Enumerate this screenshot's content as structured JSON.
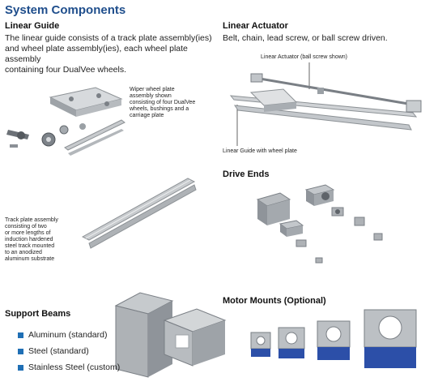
{
  "title": "System Components",
  "linear_guide": {
    "heading": "Linear Guide",
    "text_lines": [
      "The linear guide consists of a track plate assembly(ies)",
      "and wheel plate assembly(ies), each wheel plate assembly",
      "containing four DualVee wheels."
    ],
    "wiper_caption": [
      "Wiper wheel plate",
      "assembly shown",
      "consisting of four DualVee",
      "wheels, bushings and a",
      "carriage plate"
    ]
  },
  "linear_actuator": {
    "heading": "Linear Actuator",
    "text": "Belt, chain, lead screw, or ball screw driven.",
    "callout_top": "Linear Actuator (ball screw shown)",
    "callout_bottom": "Linear Guide with wheel plate"
  },
  "track_plate": {
    "caption": [
      "Track plate assembly",
      "consisting of two",
      "or more lengths of",
      "induction hardened",
      "steel track mounted",
      "to an anodized",
      "aluminum substrate"
    ]
  },
  "drive_ends": {
    "heading": "Drive Ends"
  },
  "support_beams": {
    "heading": "Support Beams",
    "items": [
      "Aluminum (standard)",
      "Steel (standard)",
      "Stainless Steel (custom)"
    ]
  },
  "motor_mounts": {
    "heading": "Motor Mounts (Optional)"
  },
  "colors": {
    "title": "#1f4e8c",
    "bullet": "#1f6fb5",
    "mount_blue": "#2c4fa8"
  }
}
